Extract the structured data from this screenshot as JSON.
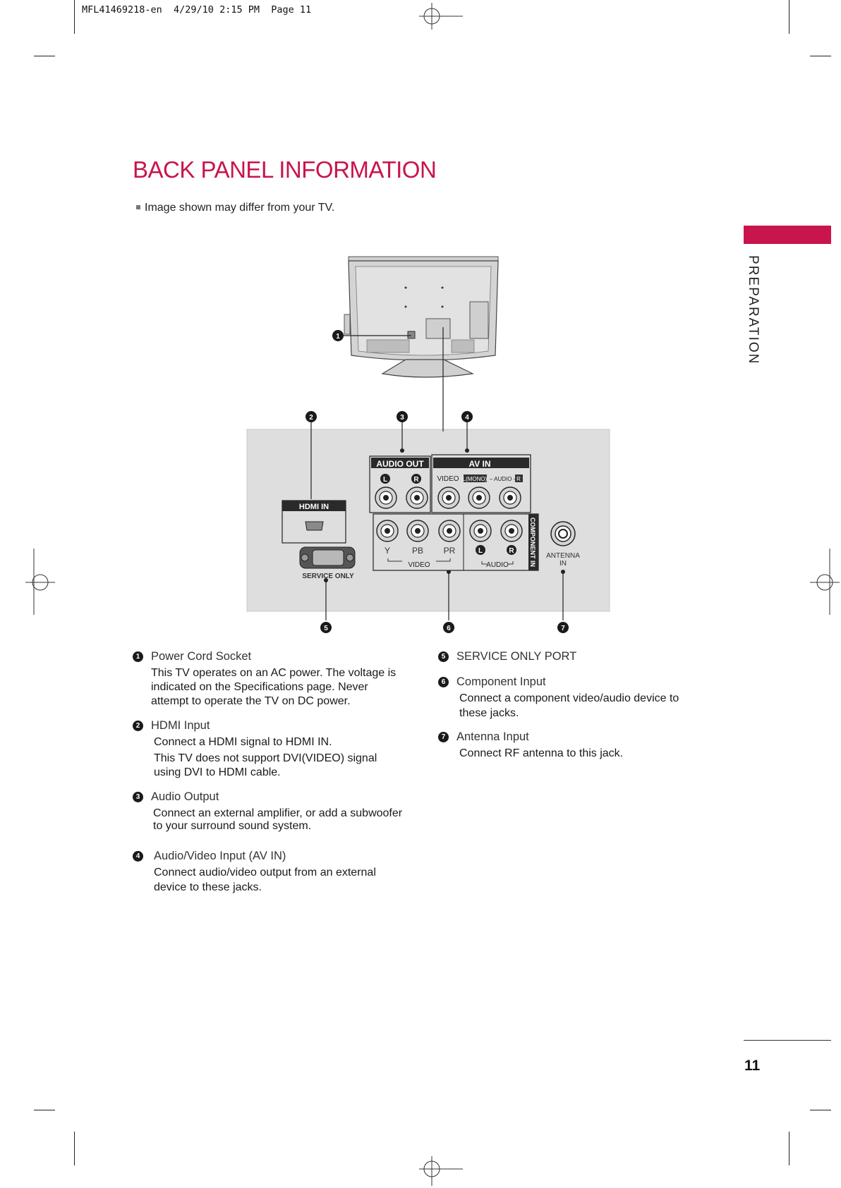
{
  "header": {
    "print_slug": "MFL41469218-en  4/29/10 2:15 PM  Page 11"
  },
  "page": {
    "title": "BACK PANEL INFORMATION",
    "note": "Image shown may differ from your TV.",
    "section_tab": "PREPARATION",
    "page_number": "11"
  },
  "colors": {
    "accent": "#c8154b",
    "panel_gray": "#dedede"
  },
  "diagram": {
    "callouts": [
      "1",
      "2",
      "3",
      "4",
      "5",
      "6",
      "7"
    ],
    "labels": {
      "hdmi_in": "HDMI IN",
      "audio_out": "AUDIO OUT",
      "av_in": "AV IN",
      "av_video": "VIDEO",
      "av_mono": "L(MONO)",
      "av_audio": "– AUDIO –",
      "av_r": "R",
      "audio_l": "L",
      "audio_r": "R",
      "comp_y": "Y",
      "comp_pb": "PB",
      "comp_pr": "PR",
      "comp_video": "VIDEO",
      "comp_l": "L",
      "comp_r": "R",
      "comp_audio": "AUDIO",
      "component_in": "COMPONENT IN",
      "antenna_line1": "ANTENNA",
      "antenna_line2": "IN",
      "service_only": "SERVICE ONLY"
    }
  },
  "items_left": [
    {
      "num": "1",
      "title": "Power Cord Socket",
      "lines": [
        "This TV operates on an AC power. The voltage is",
        "indicated on the Specifications page. Never",
        "attempt to operate the TV on DC power."
      ]
    },
    {
      "num": "2",
      "title": "HDMI Input",
      "lines": [
        "Connect a HDMI signal to HDMI IN.",
        "This TV does not support DVI(VIDEO) signal",
        "using DVI to HDMI cable."
      ]
    },
    {
      "num": "3",
      "title": "Audio Output",
      "lines": [
        "Connect an external amplifier, or add a subwoofer",
        "to your surround sound system."
      ]
    },
    {
      "num": "4",
      "title": "Audio/Video Input (AV IN)",
      "lines": [
        "Connect audio/video output from an external",
        "device to these jacks."
      ]
    }
  ],
  "items_right": [
    {
      "num": "5",
      "title": "SERVICE ONLY PORT",
      "lines": []
    },
    {
      "num": "6",
      "title": "Component Input",
      "lines": [
        "Connect a component video/audio device to",
        "these jacks."
      ]
    },
    {
      "num": "7",
      "title": "Antenna Input",
      "lines": [
        "Connect RF antenna to this jack."
      ]
    }
  ]
}
